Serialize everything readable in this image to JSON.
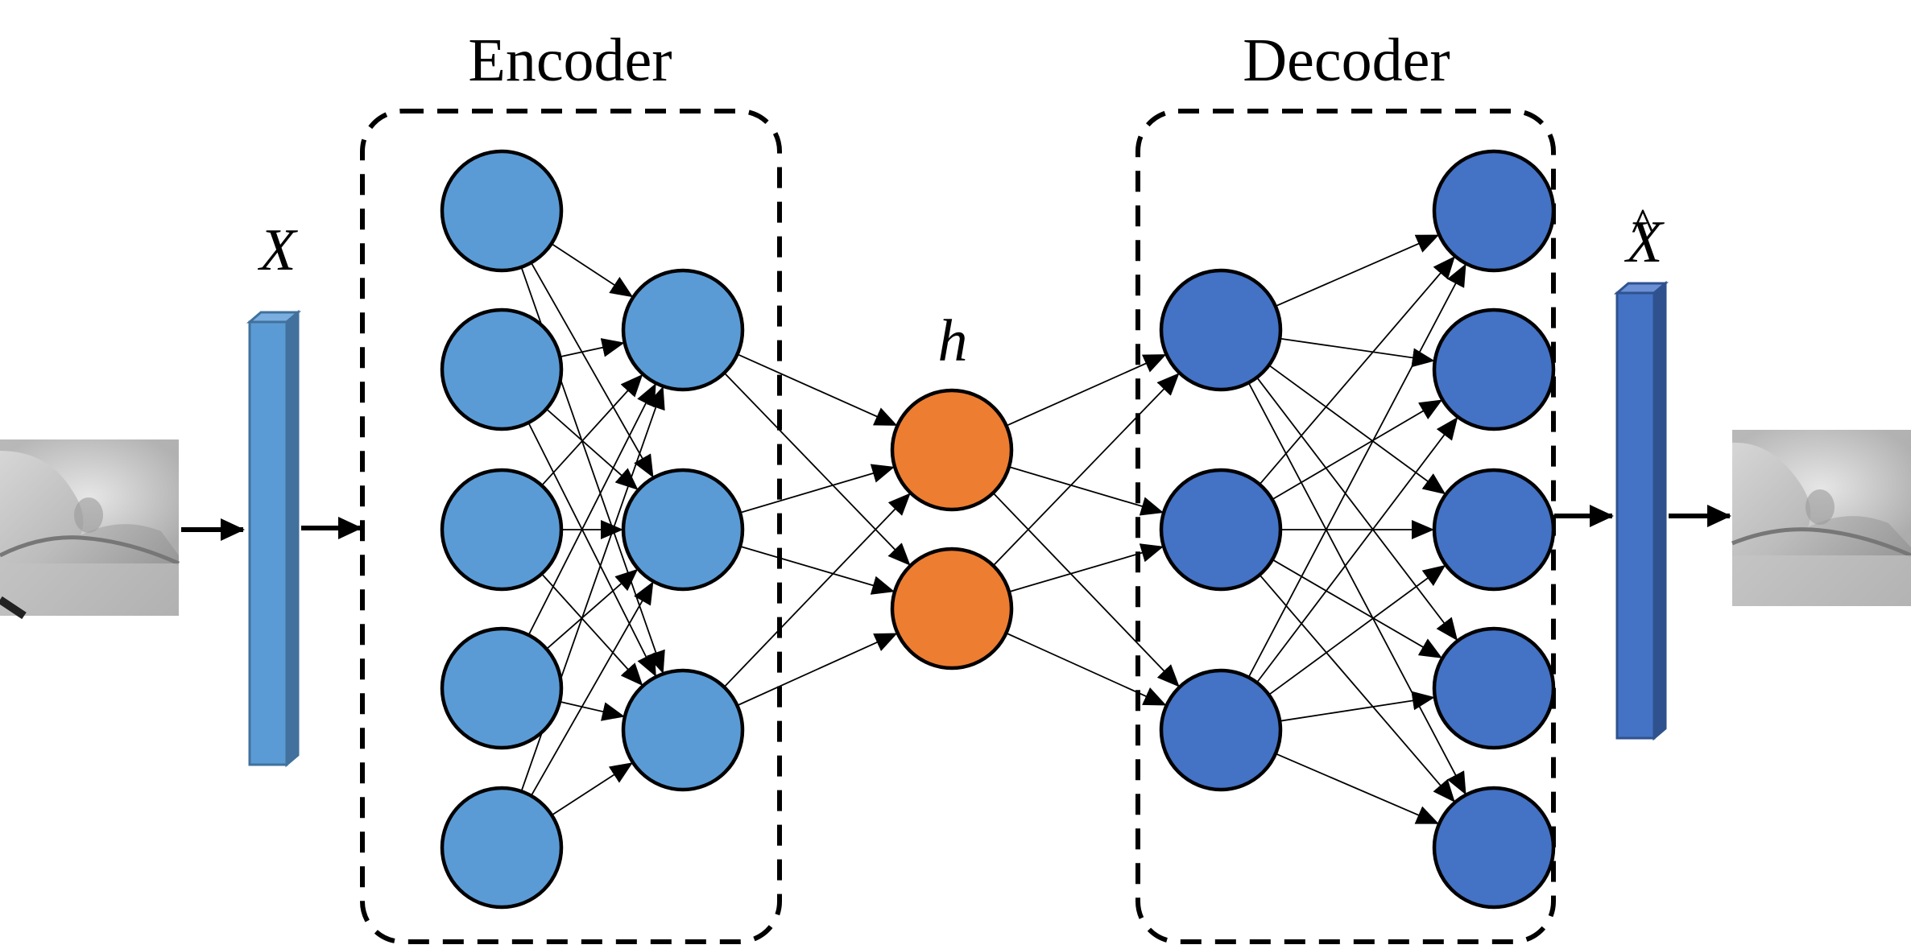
{
  "encoder": {
    "title": "Encoder",
    "node_color": "#5b9bd5"
  },
  "decoder": {
    "title": "Decoder",
    "node_color": "#4472c4"
  },
  "latent": {
    "label": "h",
    "node_color": "#ed7d31"
  },
  "input": {
    "label": "X",
    "bar_color": "#5b9bd5"
  },
  "output": {
    "label": "X",
    "hat": "^",
    "bar_color": "#4472c4"
  },
  "layers": {
    "encoder_input_nodes": 5,
    "encoder_hidden_nodes": 3,
    "latent_nodes": 2,
    "decoder_hidden_nodes": 3,
    "decoder_output_nodes": 5
  },
  "images": {
    "input_image": "knee-xray",
    "output_image": "knee-xray-reconstruction"
  }
}
